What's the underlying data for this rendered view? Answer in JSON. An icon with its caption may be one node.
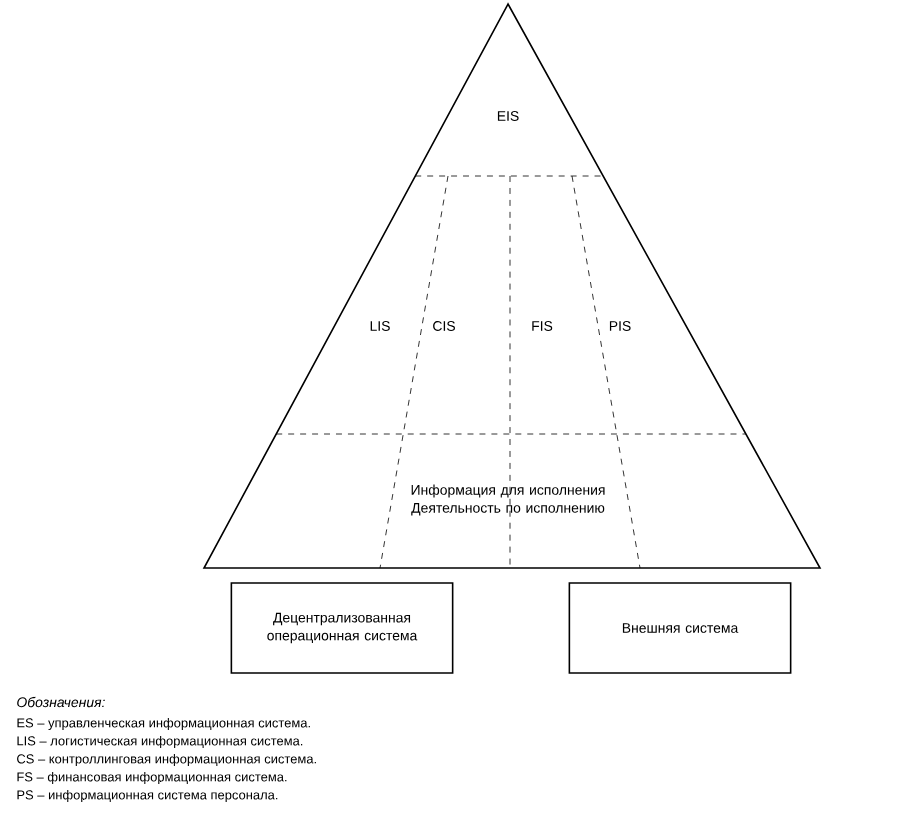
{
  "diagram": {
    "nodes": [
      {
        "text": [],
        "shape": "triangle"
      },
      {
        "text": [
          "EIS"
        ],
        "in": 0
      },
      {
        "text": [
          "LIS"
        ],
        "in": 0
      },
      {
        "text": [
          "CIS"
        ],
        "in": 0
      },
      {
        "text": [
          "FIS"
        ],
        "in": 0
      },
      {
        "text": [
          "PIS"
        ],
        "in": 0
      },
      {
        "text": [
          "Информация для исполнения",
          "Деятельность по исполнению"
        ],
        "in": 0
      },
      {
        "text": [
          "Децентрализованная операционная система"
        ]
      },
      {
        "text": [
          "Внешняя система"
        ]
      }
    ],
    "edges": [],
    "labels": [
      "Обозначения:",
      "ES – управленческая информационная система.",
      "LIS – логистическая информационная система.",
      "CS – контроллинговая информационная система.",
      "FS – финансовая информационная система.",
      "PS – информационная система персонала."
    ]
  }
}
